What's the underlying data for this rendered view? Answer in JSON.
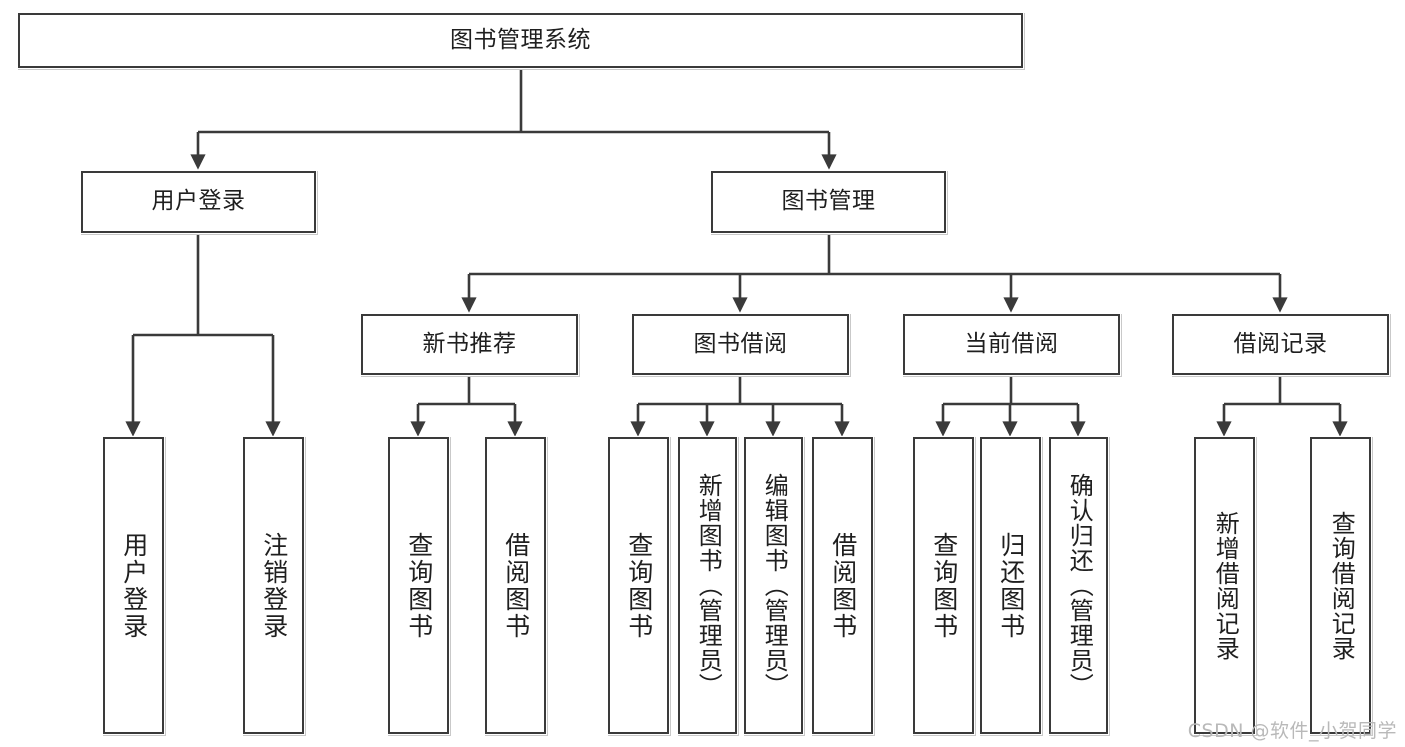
{
  "diagram": {
    "title": "图书管理系统",
    "watermark": "CSDN @软件_小贺同学",
    "stroke_color": "#3a3a3a",
    "background_color": "#ffffff",
    "text_color": "#1f1f1f",
    "nodes": {
      "root": "图书管理系统",
      "level2": {
        "user_login": "用户登录",
        "book_manage": "图书管理"
      },
      "level3": {
        "new_book_recommend": "新书推荐",
        "book_borrow": "图书借阅",
        "current_borrow": "当前借阅",
        "borrow_record": "借阅记录"
      },
      "leaves": {
        "user_login_1": "用户登录",
        "user_login_2": "注销登录",
        "recommend_1": "查询图书",
        "recommend_2": "借阅图书",
        "borrow_1": "查询图书",
        "borrow_2": "新增图书（管理员）",
        "borrow_3": "编辑图书（管理员）",
        "borrow_4": "借阅图书",
        "current_1": "查询图书",
        "current_2": "归还图书",
        "current_3": "确认归还（管理员）",
        "record_1": "新增借阅记录",
        "record_2": "查询借阅记录"
      }
    }
  },
  "chart_data": {
    "type": "diagram",
    "subtype": "tree",
    "title": "图书管理系统",
    "orientation": "top-down",
    "edge_style": "orthogonal-with-arrowheads",
    "levels": 4,
    "tree": {
      "label": "图书管理系统",
      "children": [
        {
          "label": "用户登录",
          "children": [
            {
              "label": "用户登录",
              "children": []
            },
            {
              "label": "注销登录",
              "children": []
            }
          ]
        },
        {
          "label": "图书管理",
          "children": [
            {
              "label": "新书推荐",
              "children": [
                {
                  "label": "查询图书",
                  "children": []
                },
                {
                  "label": "借阅图书",
                  "children": []
                }
              ]
            },
            {
              "label": "图书借阅",
              "children": [
                {
                  "label": "查询图书",
                  "children": []
                },
                {
                  "label": "新增图书（管理员）",
                  "children": []
                },
                {
                  "label": "编辑图书（管理员）",
                  "children": []
                },
                {
                  "label": "借阅图书",
                  "children": []
                }
              ]
            },
            {
              "label": "当前借阅",
              "children": [
                {
                  "label": "查询图书",
                  "children": []
                },
                {
                  "label": "归还图书",
                  "children": []
                },
                {
                  "label": "确认归还（管理员）",
                  "children": []
                }
              ]
            },
            {
              "label": "借阅记录",
              "children": [
                {
                  "label": "新增借阅记录",
                  "children": []
                },
                {
                  "label": "查询借阅记录",
                  "children": []
                }
              ]
            }
          ]
        }
      ]
    }
  }
}
